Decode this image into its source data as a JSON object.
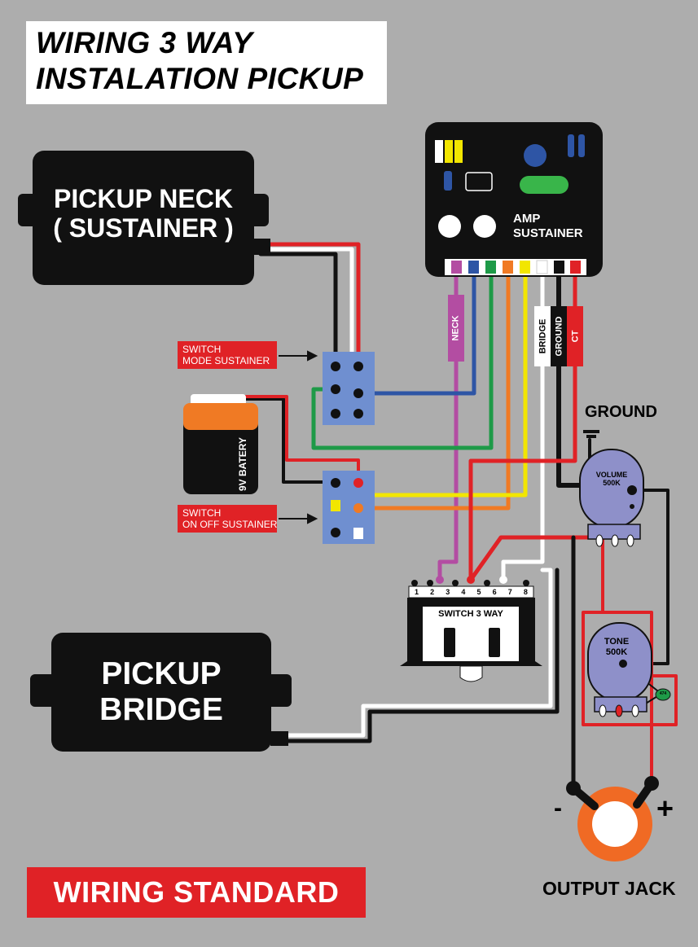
{
  "title": {
    "line1": "WIRING 3 WAY",
    "line2": "INSTALATION PICKUP"
  },
  "pickup_neck": {
    "line1": "PICKUP NECK",
    "line2": "( SUSTAINER )"
  },
  "pickup_bridge": {
    "line1": "PICKUP",
    "line2": "BRIDGE"
  },
  "amp": {
    "line1": "AMP",
    "line2": "SUSTAINER"
  },
  "wire_labels": {
    "neck": "NECK",
    "bridge": "BRIDGE",
    "ground": "GROUND",
    "ct": "CT"
  },
  "switch_mode": {
    "line1": "SWITCH",
    "line2": "MODE SUSTAINER"
  },
  "switch_onoff": {
    "line1": "SWITCH",
    "line2": "ON OFF SUSTAINER"
  },
  "battery": "9V BATERY",
  "ground": "GROUND",
  "volume": {
    "line1": "VOLUME",
    "line2": "500K"
  },
  "tone": {
    "line1": "TONE",
    "line2": "500K"
  },
  "capacitor": "474",
  "switch3": {
    "label": "SWITCH 3 WAY",
    "pins": [
      "1",
      "2",
      "3",
      "4",
      "5",
      "6",
      "7",
      "8"
    ]
  },
  "jack": {
    "label": "OUTPUT JACK",
    "minus": "-",
    "plus": "+"
  },
  "footer": "WIRING STANDARD",
  "colors": {
    "background": "#adadad",
    "red": "#e02226",
    "purple": "#b34da2",
    "blue": "#2e55a5",
    "green": "#1e9a48",
    "orange": "#f07a24",
    "yellow": "#f2e600",
    "switch_blue": "#6f8fd0",
    "pot_purple": "#8e90c9",
    "jack_orange": "#f06a24"
  }
}
